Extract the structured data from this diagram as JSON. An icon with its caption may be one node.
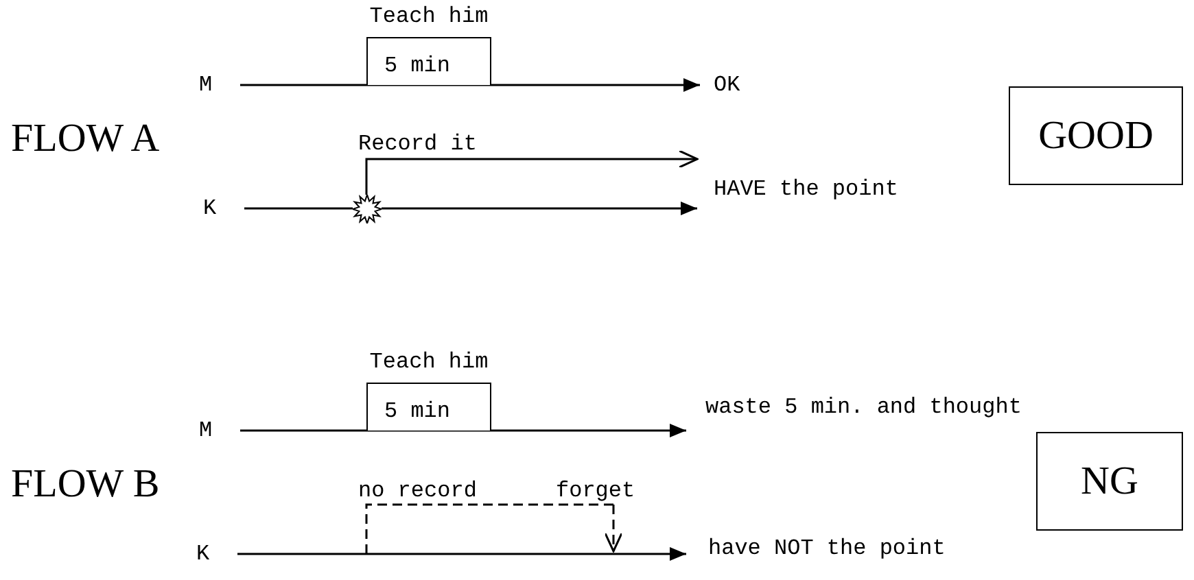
{
  "diagram": {
    "nodes": [
      {
        "text": [
          "M"
        ]
      },
      {
        "text": [
          "Teach him",
          "5 min"
        ]
      },
      {
        "text": [
          "OK"
        ]
      },
      {
        "text": [
          "K"
        ]
      },
      {
        "text": [
          "HAVE the point"
        ]
      },
      {
        "text": [],
        "shape": "star"
      },
      {
        "text": [
          "GOOD"
        ]
      },
      {
        "text": [
          "M"
        ]
      },
      {
        "text": [
          "Teach him",
          "5 min"
        ]
      },
      {
        "text": [
          "waste 5 min. and thought"
        ]
      },
      {
        "text": [
          "K"
        ]
      },
      {
        "text": [
          "have NOT the point"
        ]
      },
      {
        "text": [
          "NG"
        ]
      },
      {
        "text": [
          "forget"
        ]
      }
    ],
    "edges": [
      {
        "from": 0,
        "to": 2,
        "arrow": "to"
      },
      {
        "from": 3,
        "to": 5,
        "arrow": "none"
      },
      {
        "from": 5,
        "to": 4,
        "arrow": "to"
      },
      {
        "from": 5,
        "to": 4,
        "arrow": "to",
        "label": "Record it"
      },
      {
        "from": 7,
        "to": 9,
        "arrow": "to"
      },
      {
        "from": 10,
        "to": 11,
        "arrow": "to"
      },
      {
        "from": null,
        "to": 13,
        "arrow": "none",
        "style": "dashed"
      },
      {
        "from": 13,
        "to": null,
        "arrow": "to",
        "style": "dashed"
      }
    ],
    "labels": [
      "FLOW A",
      "FLOW B",
      "no record"
    ]
  }
}
